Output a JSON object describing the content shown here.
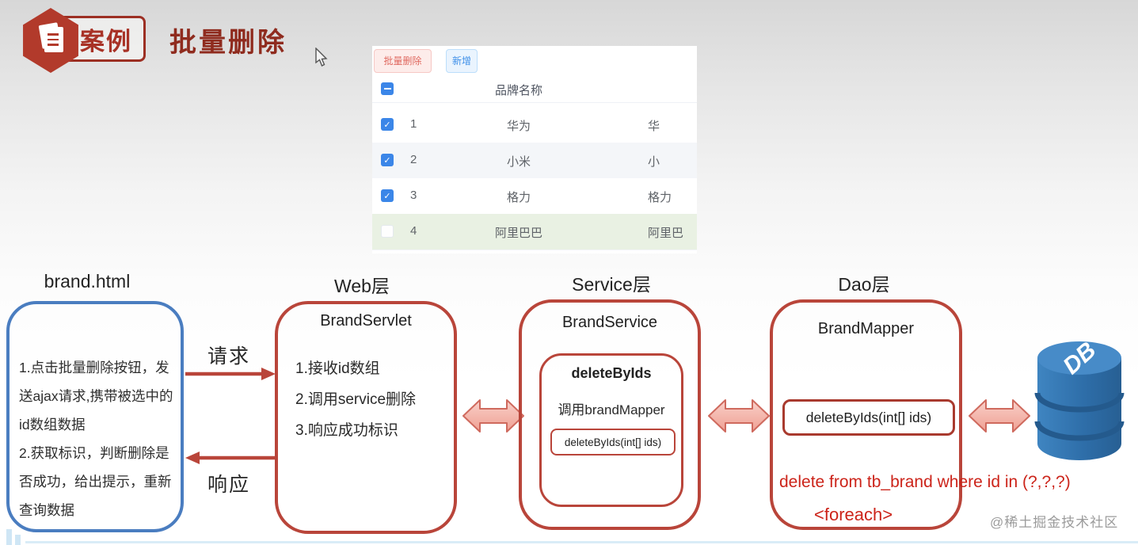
{
  "header": {
    "badge": "案例",
    "title": "批量删除"
  },
  "screenshot": {
    "buttons": {
      "batch_delete": "批量删除",
      "add": "新增"
    },
    "table": {
      "brand_column": "品牌名称",
      "rows": [
        {
          "num": "1",
          "brand": "华为",
          "partial": "华",
          "checked": true
        },
        {
          "num": "2",
          "brand": "小米",
          "partial": "小",
          "checked": true
        },
        {
          "num": "3",
          "brand": "格力",
          "partial": "格力",
          "checked": true
        },
        {
          "num": "4",
          "brand": "阿里巴巴",
          "partial": "阿里巴",
          "checked": false
        }
      ]
    }
  },
  "diagram": {
    "request_label": "请求",
    "response_label": "响应",
    "browser": {
      "title": "brand.html",
      "lines": [
        "1.点击批量删除按钮，发",
        "送ajax请求,携带被选中的",
        "id数组数据",
        "2.获取标识，判断删除是",
        "否成功，给出提示，重新",
        "查询数据"
      ]
    },
    "web": {
      "title": "Web层",
      "class_name": "BrandServlet",
      "steps": [
        "1.接收id数组",
        "2.调用service删除",
        "3.响应成功标识"
      ]
    },
    "service": {
      "title": "Service层",
      "class_name": "BrandService",
      "method_name": "deleteByIds",
      "call_text": "调用brandMapper",
      "mapper_method": "deleteByIds(int[] ids)"
    },
    "dao": {
      "title": "Dao层",
      "class_name": "BrandMapper",
      "method": "deleteByIds(int[] ids)",
      "sql": "delete from tb_brand where id in (?,?,?)",
      "foreach": "<foreach>"
    },
    "db": {
      "label": "DB"
    }
  },
  "watermark": "@稀土掘金技术社区",
  "colors": {
    "accent_red": "#b9453a",
    "accent_blue": "#4a7dc0",
    "checkbox_blue": "#3b86e8",
    "sql_red": "#cc241a",
    "db_blue": "#2e6ea9"
  }
}
